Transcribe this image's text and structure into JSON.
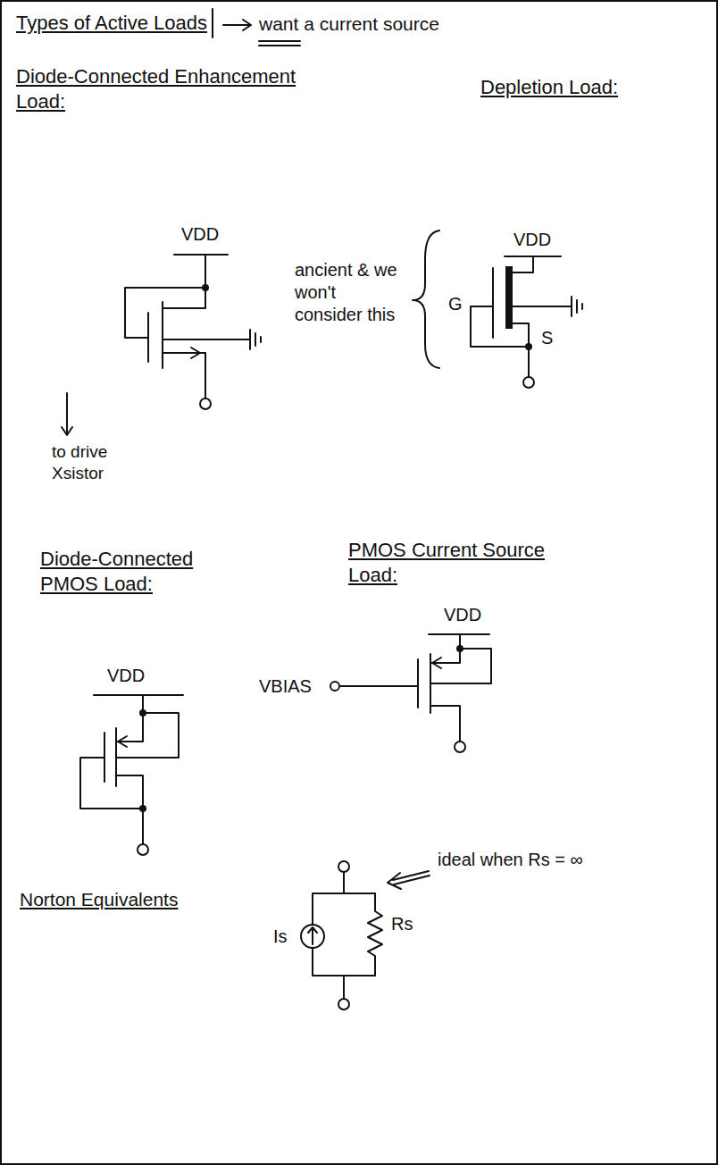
{
  "diagram": {
    "title": "Types of Active Loads",
    "labels": [
      "want a current source",
      "Diode-Connected Enhancement Load:",
      "Depletion Load:",
      "VDD",
      "ancient & we won't consider this",
      "G",
      "VDD",
      "S",
      "to drive Xsistor",
      "Diode-Connected PMOS Load:",
      "PMOS Current Source Load:",
      "VDD",
      "VDD",
      "VBIAS",
      "Norton Equivalents",
      "Is",
      "Rs",
      "ideal when Rs = ∞"
    ]
  }
}
